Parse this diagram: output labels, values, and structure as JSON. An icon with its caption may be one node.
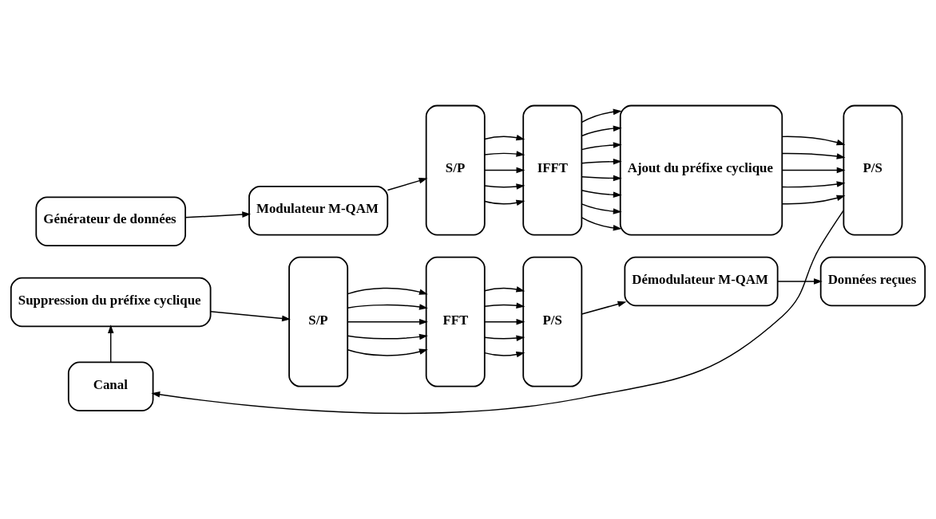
{
  "diagram": {
    "nodes": [
      {
        "text": [
          "Générateur de données"
        ]
      },
      {
        "text": [
          "Modulateur M-QAM"
        ]
      },
      {
        "text": [
          "S/P"
        ]
      },
      {
        "text": [
          "IFFT"
        ]
      },
      {
        "text": [
          "Ajout du préfixe cyclique"
        ]
      },
      {
        "text": [
          "P/S"
        ]
      },
      {
        "text": [
          "Canal"
        ]
      },
      {
        "text": [
          "Suppression du préfixe cyclique"
        ]
      },
      {
        "text": [
          "S/P"
        ]
      },
      {
        "text": [
          "FFT"
        ]
      },
      {
        "text": [
          "P/S"
        ]
      },
      {
        "text": [
          "Démodulateur M-QAM"
        ]
      },
      {
        "text": [
          "Données reçues"
        ]
      }
    ],
    "edges": [
      {
        "from": 0,
        "to": 1,
        "arrow": "to"
      },
      {
        "from": 1,
        "to": 2,
        "arrow": "to"
      },
      {
        "from": 2,
        "to": 3,
        "arrow": "to"
      },
      {
        "from": 2,
        "to": 3,
        "arrow": "to"
      },
      {
        "from": 2,
        "to": 3,
        "arrow": "to"
      },
      {
        "from": 2,
        "to": 3,
        "arrow": "to"
      },
      {
        "from": 2,
        "to": 3,
        "arrow": "to"
      },
      {
        "from": 3,
        "to": 4,
        "arrow": "to"
      },
      {
        "from": 3,
        "to": 4,
        "arrow": "to"
      },
      {
        "from": 3,
        "to": 4,
        "arrow": "to"
      },
      {
        "from": 3,
        "to": 4,
        "arrow": "to"
      },
      {
        "from": 3,
        "to": 4,
        "arrow": "to"
      },
      {
        "from": 3,
        "to": 4,
        "arrow": "to"
      },
      {
        "from": 3,
        "to": 4,
        "arrow": "to"
      },
      {
        "from": 3,
        "to": 4,
        "arrow": "to"
      },
      {
        "from": 4,
        "to": 5,
        "arrow": "to"
      },
      {
        "from": 4,
        "to": 5,
        "arrow": "to"
      },
      {
        "from": 4,
        "to": 5,
        "arrow": "to"
      },
      {
        "from": 4,
        "to": 5,
        "arrow": "to"
      },
      {
        "from": 4,
        "to": 5,
        "arrow": "to"
      },
      {
        "from": 5,
        "to": 6,
        "arrow": "to"
      },
      {
        "from": 6,
        "to": 7,
        "arrow": "to"
      },
      {
        "from": 7,
        "to": 8,
        "arrow": "to"
      },
      {
        "from": 8,
        "to": 9,
        "arrow": "to"
      },
      {
        "from": 8,
        "to": 9,
        "arrow": "to"
      },
      {
        "from": 8,
        "to": 9,
        "arrow": "to"
      },
      {
        "from": 8,
        "to": 9,
        "arrow": "to"
      },
      {
        "from": 8,
        "to": 9,
        "arrow": "to"
      },
      {
        "from": 9,
        "to": 10,
        "arrow": "to"
      },
      {
        "from": 9,
        "to": 10,
        "arrow": "to"
      },
      {
        "from": 9,
        "to": 10,
        "arrow": "to"
      },
      {
        "from": 9,
        "to": 10,
        "arrow": "to"
      },
      {
        "from": 9,
        "to": 10,
        "arrow": "to"
      },
      {
        "from": 10,
        "to": 11,
        "arrow": "to"
      },
      {
        "from": 11,
        "to": 12,
        "arrow": "to"
      }
    ]
  }
}
